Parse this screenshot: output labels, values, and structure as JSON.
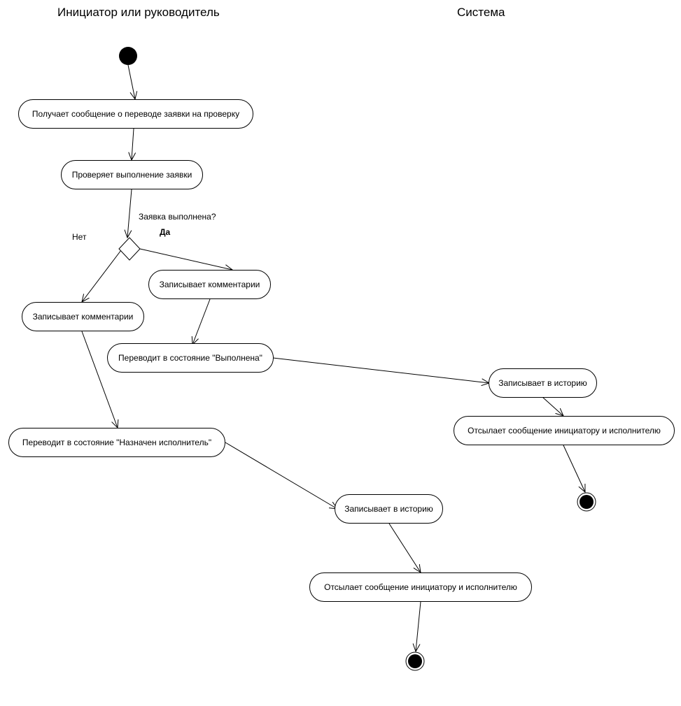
{
  "lanes": {
    "left": "Инициатор или руководитель",
    "right": "Система"
  },
  "nodes": {
    "receive": "Получает сообщение о переводе заявки на проверку",
    "check": "Проверяет выполнение заявки",
    "comment_yes": "Записывает комментарии",
    "comment_no": "Записывает комментарии",
    "set_done": "Переводит в состояние \"Выполнена\"",
    "set_assigned": "Переводит в состояние \"Назначен исполнитель\"",
    "history_right": "Записывает в историю",
    "notify_right": "Отсылает сообщение инициатору и исполнителю",
    "history_bottom": "Записывает в историю",
    "notify_bottom": "Отсылает сообщение инициатору и исполнителю"
  },
  "decision": {
    "question": "Заявка выполнена?",
    "yes": "Да",
    "no": "Нет"
  }
}
